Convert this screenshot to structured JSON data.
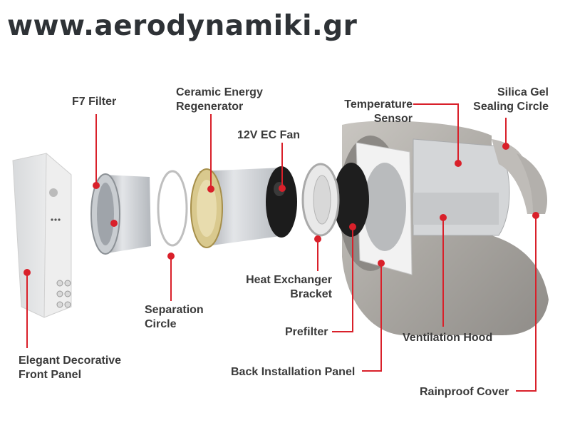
{
  "header": {
    "url": "www.aerodynamiki.gr"
  },
  "colors": {
    "leader": "#d9202a",
    "text": "#3a3a3a"
  },
  "labels": {
    "f7_filter": "F7 Filter",
    "ceramic_l1": "Ceramic Energy",
    "ceramic_l2": "Regenerator",
    "ec_fan": "12V EC Fan",
    "temp_l1": "Temperature",
    "temp_l2": "Sensor",
    "silica_l1": "Silica Gel",
    "silica_l2": "Sealing Circle",
    "heat_l1": "Heat Exchanger",
    "heat_l2": "Bracket",
    "separation_l1": "Separation",
    "separation_l2": "Circle",
    "prefilter": "Prefilter",
    "ventilation_hood": "Ventilation Hood",
    "front_l1": "Elegant Decorative",
    "front_l2": "Front Panel",
    "back_panel": "Back Installation Panel",
    "rainproof": "Rainproof Cover"
  }
}
